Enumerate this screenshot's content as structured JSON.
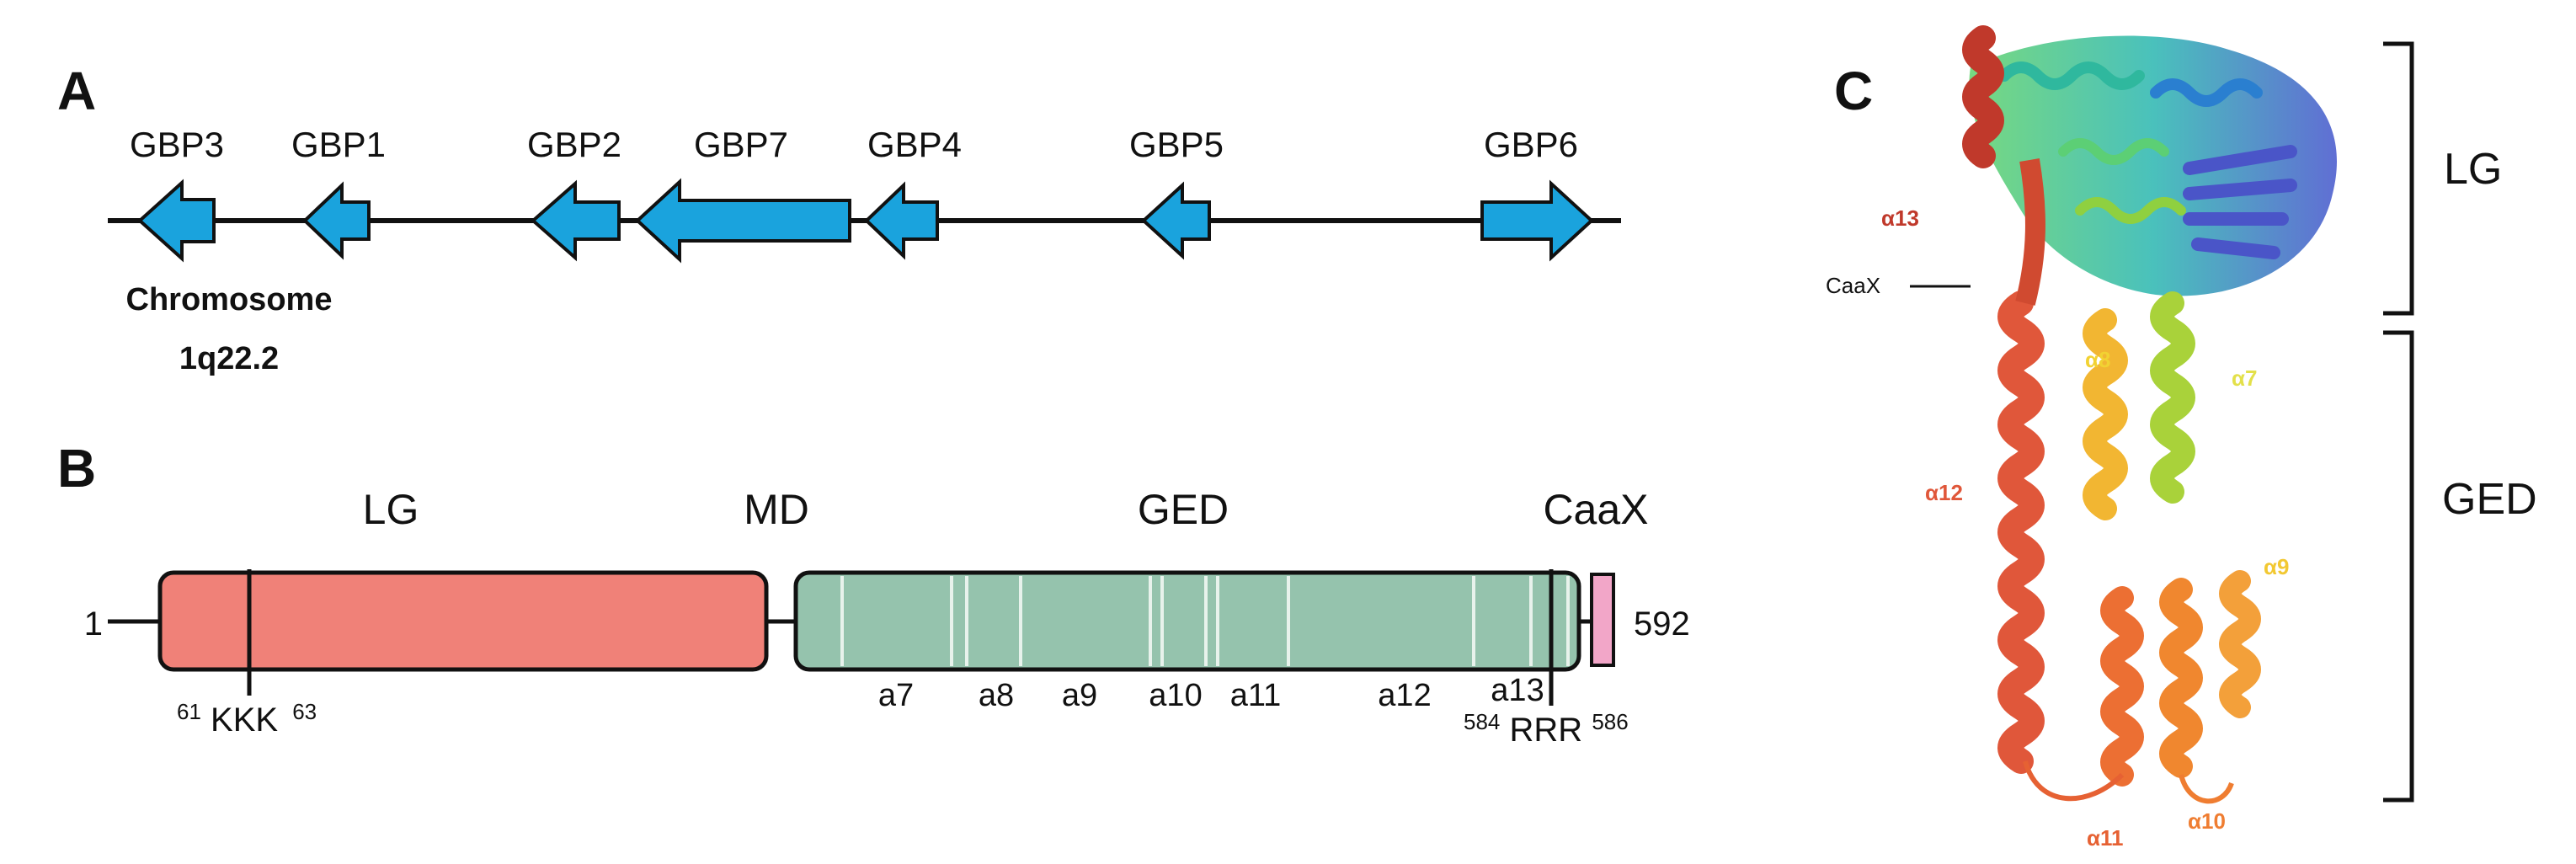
{
  "panels": {
    "a": "A",
    "b": "B",
    "c": "C"
  },
  "panel_a": {
    "genes": [
      {
        "name": "GBP3",
        "direction": "left"
      },
      {
        "name": "GBP1",
        "direction": "left"
      },
      {
        "name": "GBP2",
        "direction": "left"
      },
      {
        "name": "GBP7",
        "direction": "left"
      },
      {
        "name": "GBP4",
        "direction": "left"
      },
      {
        "name": "GBP5",
        "direction": "left"
      },
      {
        "name": "GBP6",
        "direction": "right"
      }
    ],
    "chromosome_label": "Chromosome",
    "chromosome_band": "1q22.2",
    "arrow_color": "#1aa3dd"
  },
  "panel_b": {
    "domains": {
      "lg": "LG",
      "md": "MD",
      "ged": "GED",
      "caax": "CaaX"
    },
    "start_residue": "1",
    "end_residue": "592",
    "helices": [
      "a7",
      "a8",
      "a9",
      "a10",
      "a11",
      "a12",
      "a13"
    ],
    "motif_kkk": {
      "start": "61",
      "seq": "KKK",
      "end": "63"
    },
    "motif_rrr": {
      "start": "584",
      "seq": "RRR",
      "end": "586"
    },
    "colors": {
      "lg": "#f08178",
      "ged": "#95c3ad",
      "caax": "#f2a6c8"
    }
  },
  "panel_c": {
    "regions": {
      "lg": "LG",
      "ged": "GED"
    },
    "caax_label": "CaaX",
    "helix_labels": {
      "a13": "α13",
      "a12": "α12",
      "a11": "α11",
      "a10": "α10",
      "a9": "α9",
      "a8": "α8",
      "a7": "α7"
    }
  }
}
